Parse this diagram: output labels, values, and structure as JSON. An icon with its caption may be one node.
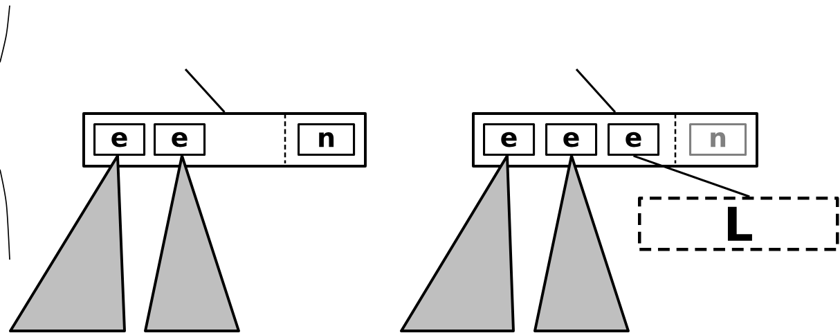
{
  "diagram": {
    "nodes": [
      {
        "text": [],
        "shape": "box"
      },
      {
        "text": [
          "e"
        ],
        "in": 0
      },
      {
        "text": [
          "e"
        ],
        "in": 0
      },
      {
        "text": [
          "n"
        ],
        "in": 0
      },
      {
        "text": [],
        "shape": "triangle"
      },
      {
        "text": [],
        "shape": "triangle"
      },
      {
        "text": [],
        "shape": "box"
      },
      {
        "text": [
          "e"
        ],
        "in": 6
      },
      {
        "text": [
          "e"
        ],
        "in": 6
      },
      {
        "text": [
          "e"
        ],
        "in": 6
      },
      {
        "text": [
          "n"
        ],
        "in": 6
      },
      {
        "text": [
          "L"
        ]
      },
      {
        "text": [],
        "shape": "triangle"
      },
      {
        "text": [],
        "shape": "triangle"
      }
    ],
    "edges": [
      {
        "from": null,
        "to": 0,
        "arrow": "none"
      },
      {
        "from": null,
        "to": 6,
        "arrow": "none"
      },
      {
        "from": 9,
        "to": 11,
        "arrow": "none"
      }
    ]
  }
}
